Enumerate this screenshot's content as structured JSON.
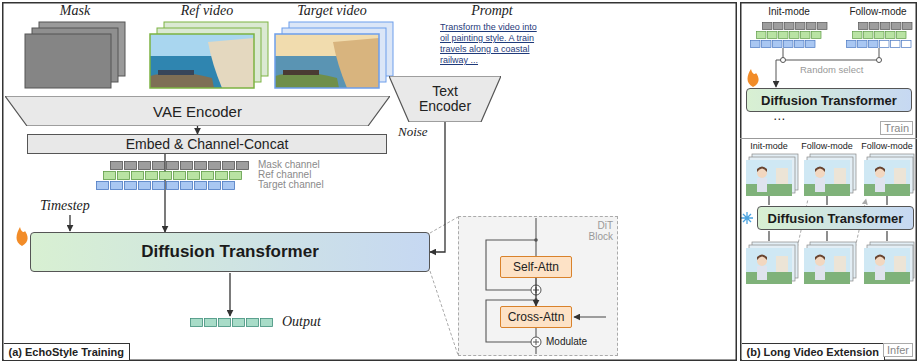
{
  "diagram": {
    "nodes": [
      {
        "text": [
          "(a) EchoStyle Training"
        ]
      },
      {
        "text": [
          "VAE Encoder"
        ],
        "in": 0
      },
      {
        "text": [
          "Text Encoder"
        ],
        "in": 0
      },
      {
        "text": [
          "Embed & Channel-Concat"
        ],
        "in": 0
      },
      {
        "text": [
          "Diffusion Transformer"
        ],
        "in": 0
      },
      {
        "text": [
          "DiT Block"
        ],
        "in": 0
      },
      {
        "text": [
          "Self-Attn"
        ],
        "in": 5
      },
      {
        "text": [
          "Cross-Attn"
        ],
        "in": 5
      },
      {
        "text": [
          "(b) Long Video Extension"
        ]
      },
      {
        "text": [
          "Train"
        ],
        "in": 8
      },
      {
        "text": [
          "Diffusion Transformer"
        ],
        "in": 9
      },
      {
        "text": [
          "Infer"
        ],
        "in": 8
      },
      {
        "text": [
          "Diffusion Transformer"
        ],
        "in": 11
      }
    ],
    "edges": [
      {
        "from": 1,
        "to": 3,
        "arrow": "to"
      },
      {
        "from": 2,
        "to": 4,
        "arrow": "to"
      },
      {
        "from": 3,
        "to": 4,
        "arrow": "to"
      },
      {
        "from": 6,
        "to": 7,
        "arrow": "to"
      }
    ],
    "labels": [
      "Mask",
      "Ref video",
      "Target video",
      "Prompt",
      "Transform the video into oil painting style. A train travels along a coastal railway ...",
      "Noise",
      "Mask channel",
      "Ref channel",
      "Target channel",
      "Timestep",
      "Output",
      "Modulate",
      "Init-mode",
      "Follow-mode",
      "Random select",
      "⋯",
      "Init-mode",
      "Follow-mode",
      "Follow-mode"
    ]
  }
}
